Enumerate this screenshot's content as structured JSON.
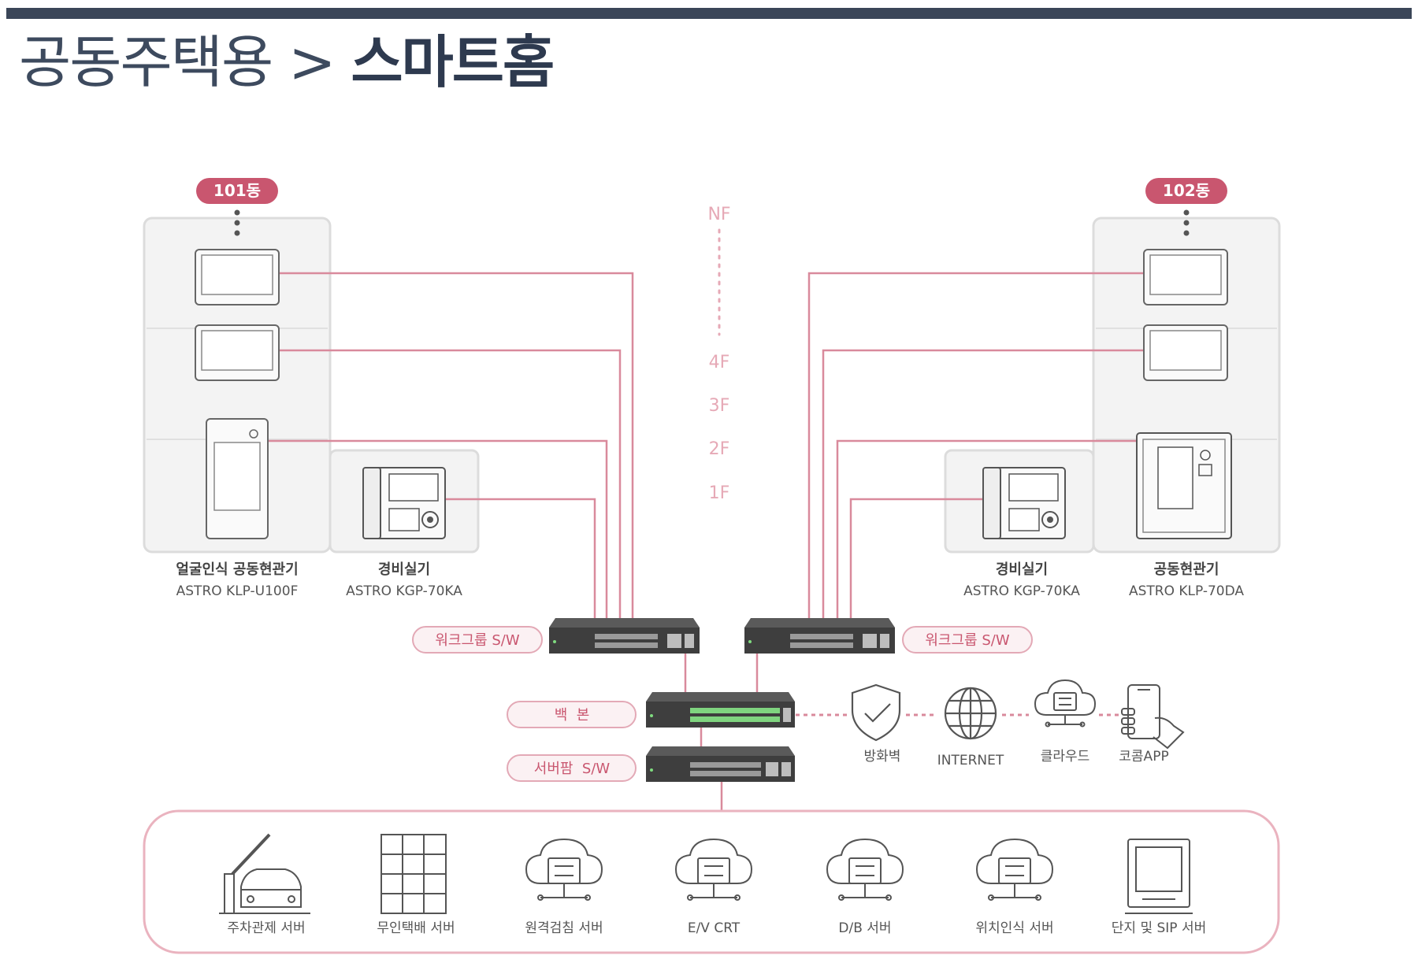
{
  "title": {
    "category": "공동주택용",
    "separator": ">",
    "subject": "스마트홈"
  },
  "buildings": {
    "left": {
      "name": "101동"
    },
    "right": {
      "name": "102동"
    }
  },
  "floors": [
    "NF",
    "4F",
    "3F",
    "2F",
    "1F"
  ],
  "devices": {
    "left_entrance": {
      "name": "얼굴인식 공동현관기",
      "model": "ASTRO KLP-U100F"
    },
    "left_guard": {
      "name": "경비실기",
      "model": "ASTRO KGP-70KA"
    },
    "right_guard": {
      "name": "경비실기",
      "model": "ASTRO KGP-70KA"
    },
    "right_entrance": {
      "name": "공동현관기",
      "model": "ASTRO KLP-70DA"
    }
  },
  "switches": {
    "workgroup_left": "워크그룹 S/W",
    "workgroup_right": "워크그룹 S/W",
    "backbone": "백  본",
    "server_farm": "서버팜  S/W"
  },
  "external": [
    "방화벽",
    "INTERNET",
    "클라우드",
    "코콤APP"
  ],
  "servers": [
    "주차관제 서버",
    "무인택배 서버",
    "원격검침 서버",
    "E/V CRT",
    "D/B 서버",
    "위치인식 서버",
    "단지 및 SIP 서버"
  ],
  "colors": {
    "accent": "#c9566f",
    "line": "#d98a9c",
    "pill_border": "#e3a9b6",
    "pill_fill": "#fbf1f3",
    "floor_text": "#e6a9b6",
    "building_fill": "#f3f3f3",
    "building_border": "#dcdcdc",
    "title_dark": "#2e3a4f",
    "switch_body": "#3e3e3e"
  }
}
